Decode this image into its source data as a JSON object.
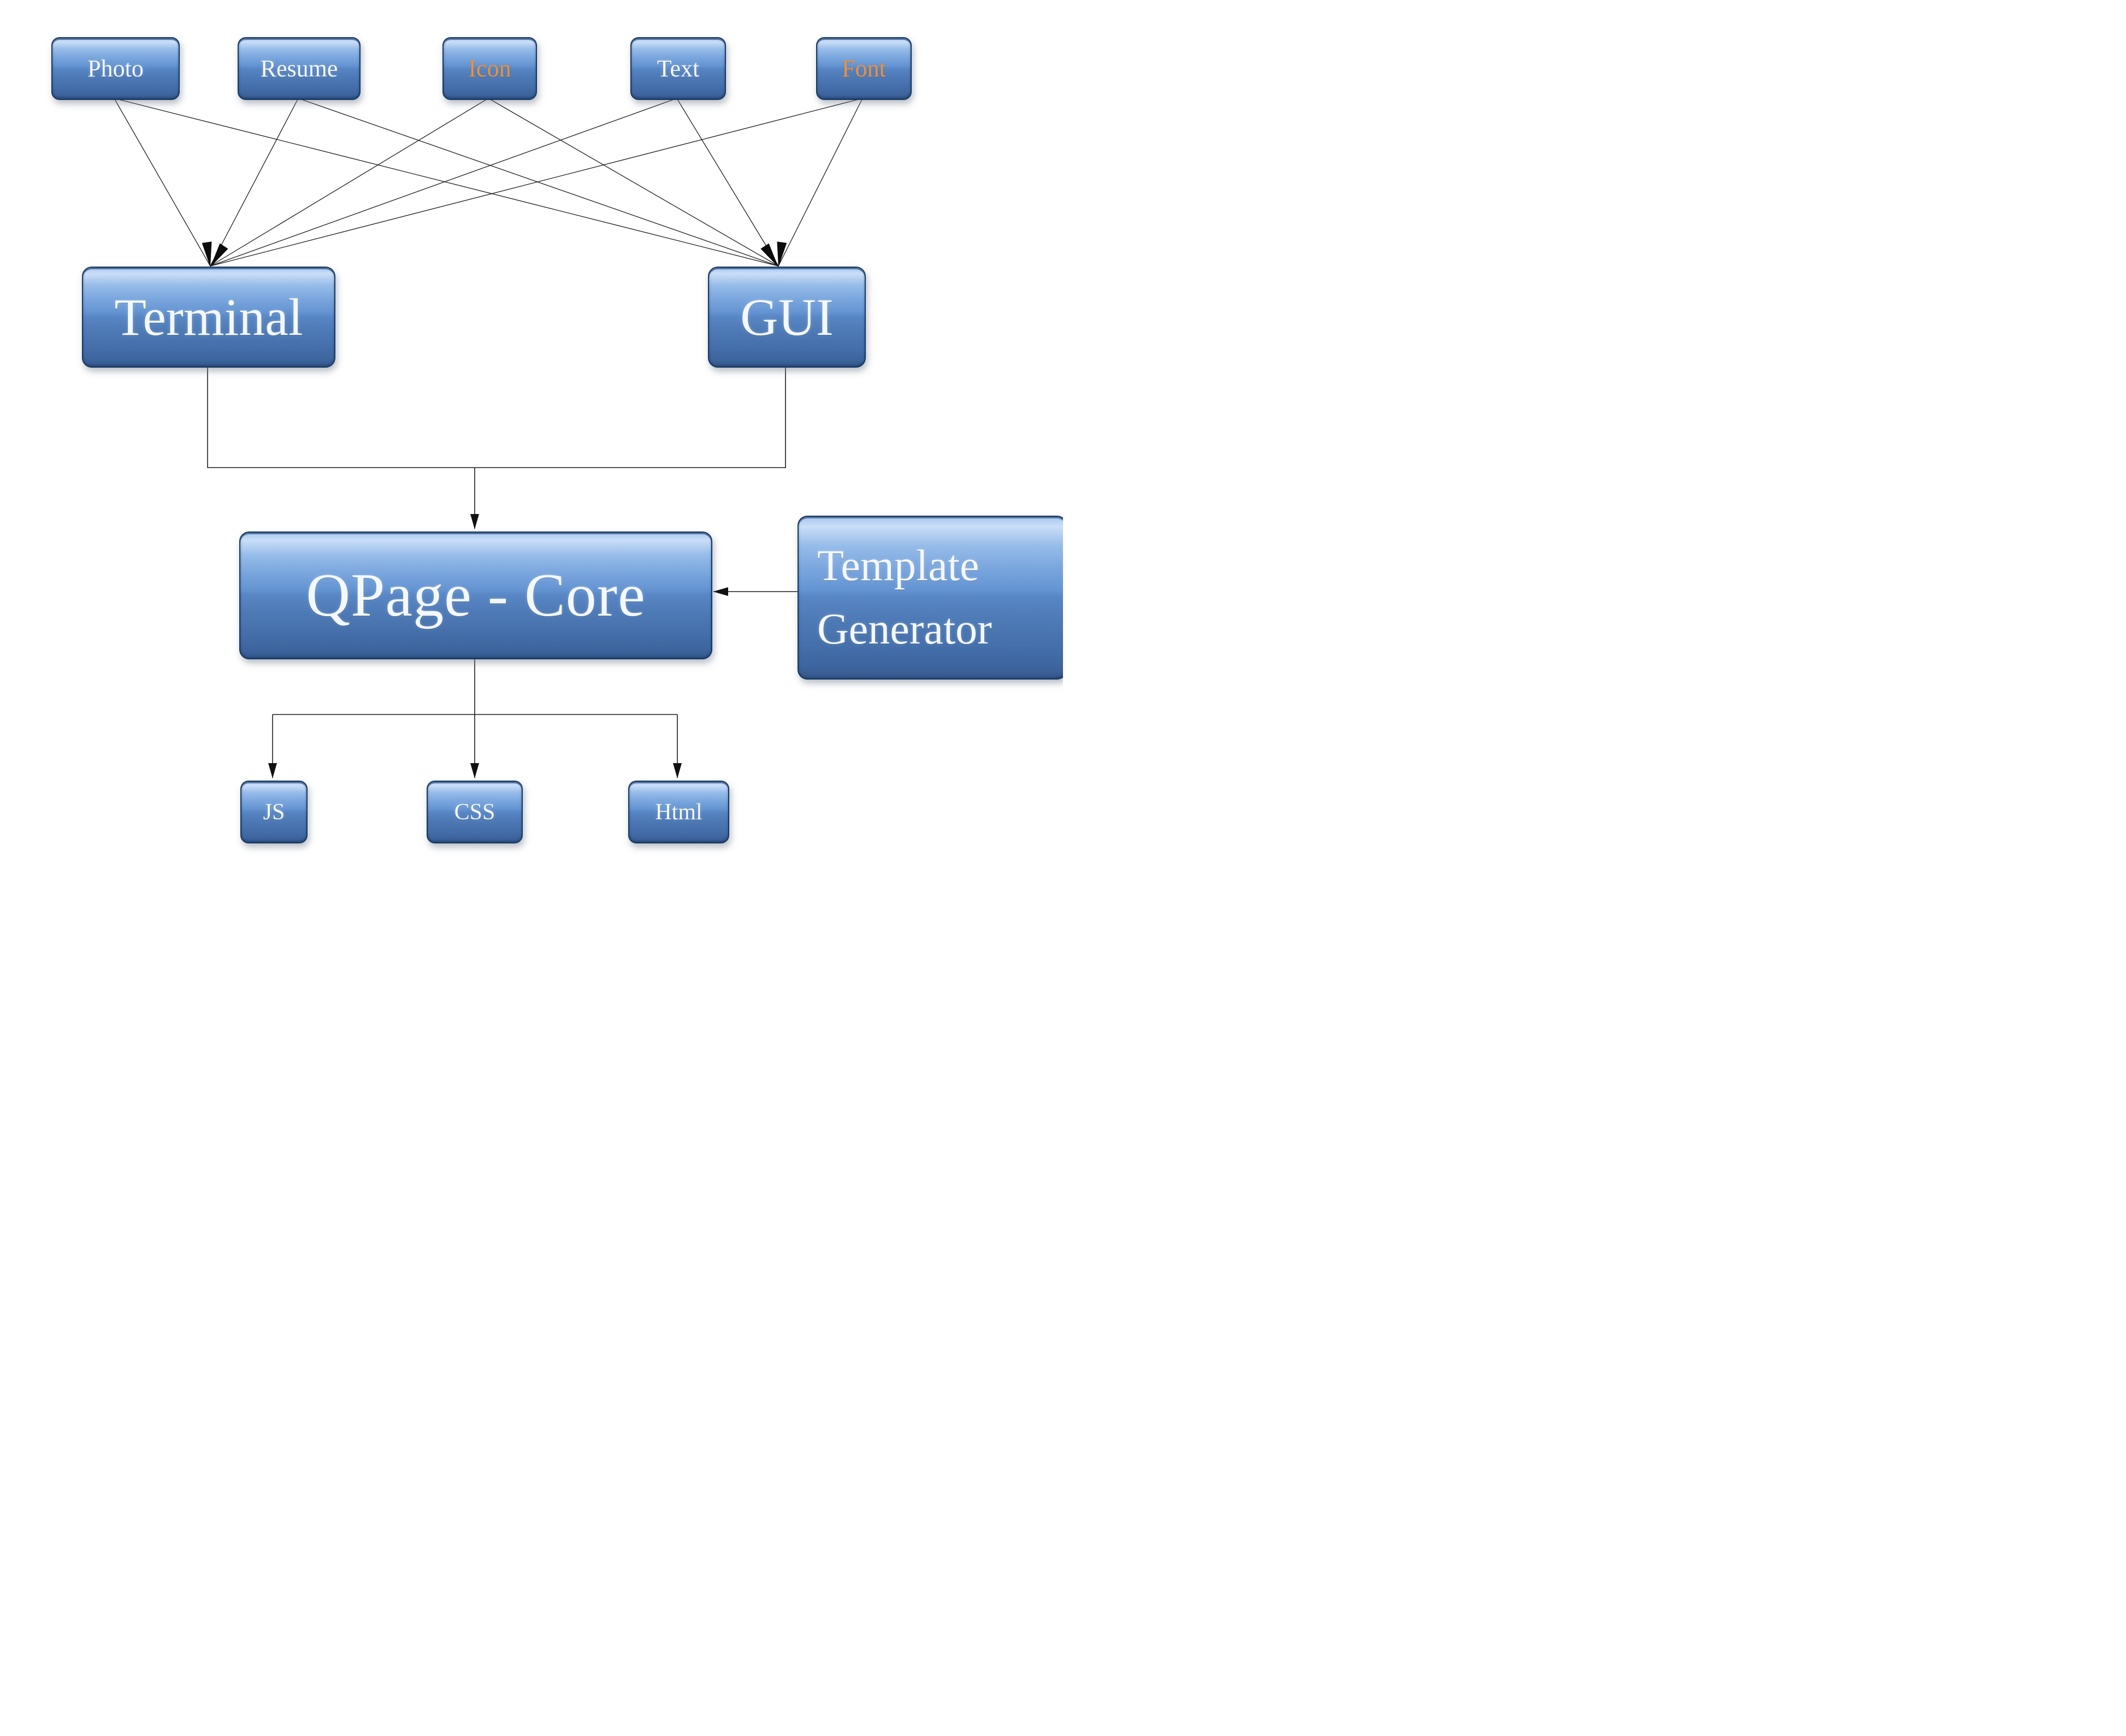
{
  "diagram": {
    "type": "flowchart",
    "background_color": "#ffffff",
    "node_fill_top": "#a6c7f0",
    "node_fill_bottom": "#35588c",
    "node_border_color": "#16375f",
    "default_label_color": "#f3f8ff",
    "highlight_label_color": "#e8923f",
    "connector_color": "#1c1c1c",
    "nodes": {
      "photo": {
        "label": "Photo"
      },
      "resume": {
        "label": "Resume"
      },
      "icon": {
        "label": "Icon",
        "label_color": "#e8923f"
      },
      "text": {
        "label": "Text"
      },
      "font": {
        "label": "Font",
        "label_color": "#e8923f"
      },
      "terminal": {
        "label": "Terminal"
      },
      "gui": {
        "label": "GUI"
      },
      "core": {
        "label": "QPage - Core"
      },
      "template_generator": {
        "label": "Template Generator",
        "lines": [
          "Template",
          "Generator"
        ]
      },
      "js": {
        "label": "JS"
      },
      "css": {
        "label": "CSS"
      },
      "html": {
        "label": "Html"
      }
    },
    "edges": [
      {
        "from": "Photo",
        "to": "Terminal"
      },
      {
        "from": "Photo",
        "to": "GUI"
      },
      {
        "from": "Resume",
        "to": "Terminal"
      },
      {
        "from": "Resume",
        "to": "GUI"
      },
      {
        "from": "Icon",
        "to": "Terminal"
      },
      {
        "from": "Icon",
        "to": "GUI"
      },
      {
        "from": "Text",
        "to": "Terminal"
      },
      {
        "from": "Text",
        "to": "GUI"
      },
      {
        "from": "Font",
        "to": "Terminal"
      },
      {
        "from": "Font",
        "to": "GUI"
      },
      {
        "from": "Terminal",
        "to": "QPage - Core"
      },
      {
        "from": "GUI",
        "to": "QPage - Core"
      },
      {
        "from": "Template Generator",
        "to": "QPage - Core"
      },
      {
        "from": "QPage - Core",
        "to": "JS"
      },
      {
        "from": "QPage - Core",
        "to": "CSS"
      },
      {
        "from": "QPage - Core",
        "to": "Html"
      }
    ]
  }
}
